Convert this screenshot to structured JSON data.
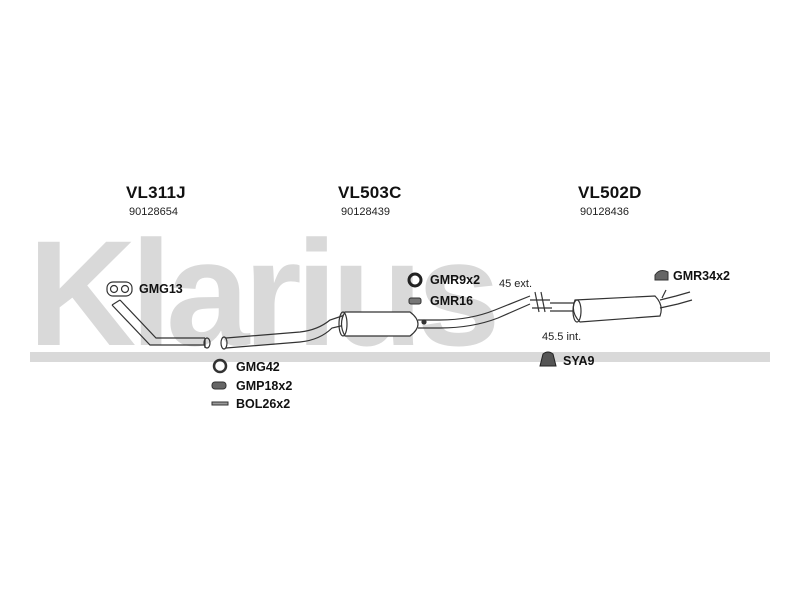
{
  "watermark": {
    "text": "Klarius",
    "color": "#d8d8d8"
  },
  "sections": [
    {
      "code": "VL311J",
      "number": "90128654"
    },
    {
      "code": "VL503C",
      "number": "90128439"
    },
    {
      "code": "VL502D",
      "number": "90128436"
    }
  ],
  "labels": {
    "gmg13": "GMG13",
    "gmg42": "GMG42",
    "gmp18": "GMP18x2",
    "bol26": "BOL26x2",
    "gmr9": "GMR9x2",
    "gmr16": "GMR16",
    "gmr34": "GMR34x2",
    "sya9": "SYA9",
    "ext": "45 ext.",
    "int": "45.5 int."
  }
}
